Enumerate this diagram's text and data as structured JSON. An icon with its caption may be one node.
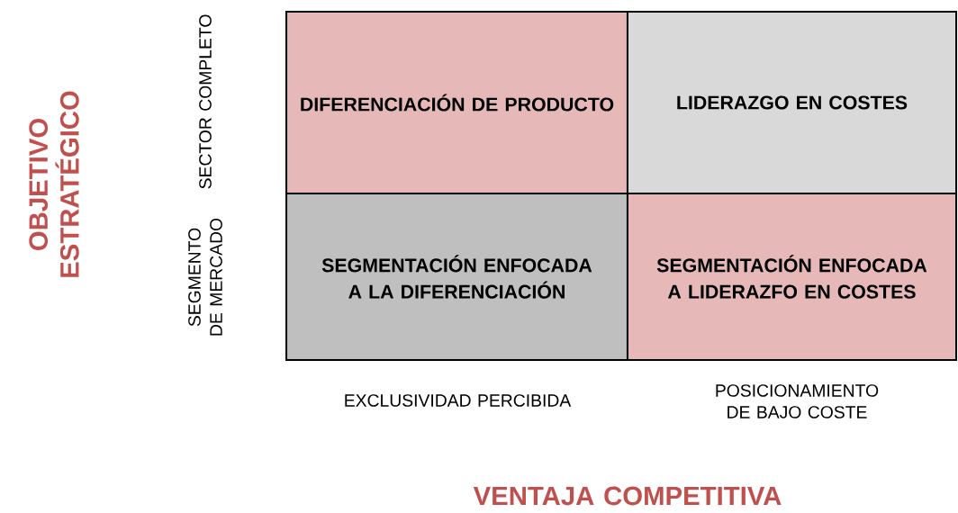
{
  "diagram": {
    "nodes": [
      {
        "text": [
          "DIFERENCIACIÓN DE PRODUCTO"
        ]
      },
      {
        "text": [
          "LIDERAZGO EN COSTES"
        ]
      },
      {
        "text": [
          "SEGMENTACIÓN ENFOCADA A LA DIFERENCIACIÓN"
        ]
      },
      {
        "text": [
          "SEGMENTACIÓN ENFOCADA A LIDERAZFO EN COSTES"
        ]
      }
    ],
    "labels": [
      "OBJETIVO ESTRATÉGICO",
      "SECTOR COMPLETO",
      "SEGMENTO DE MERCADO",
      "EXCLUSIVIDAD PERCIBIDA",
      "POSICIONAMIENTO DE BAJO COSTE",
      "VENTAJA COMPETITIVA"
    ]
  }
}
